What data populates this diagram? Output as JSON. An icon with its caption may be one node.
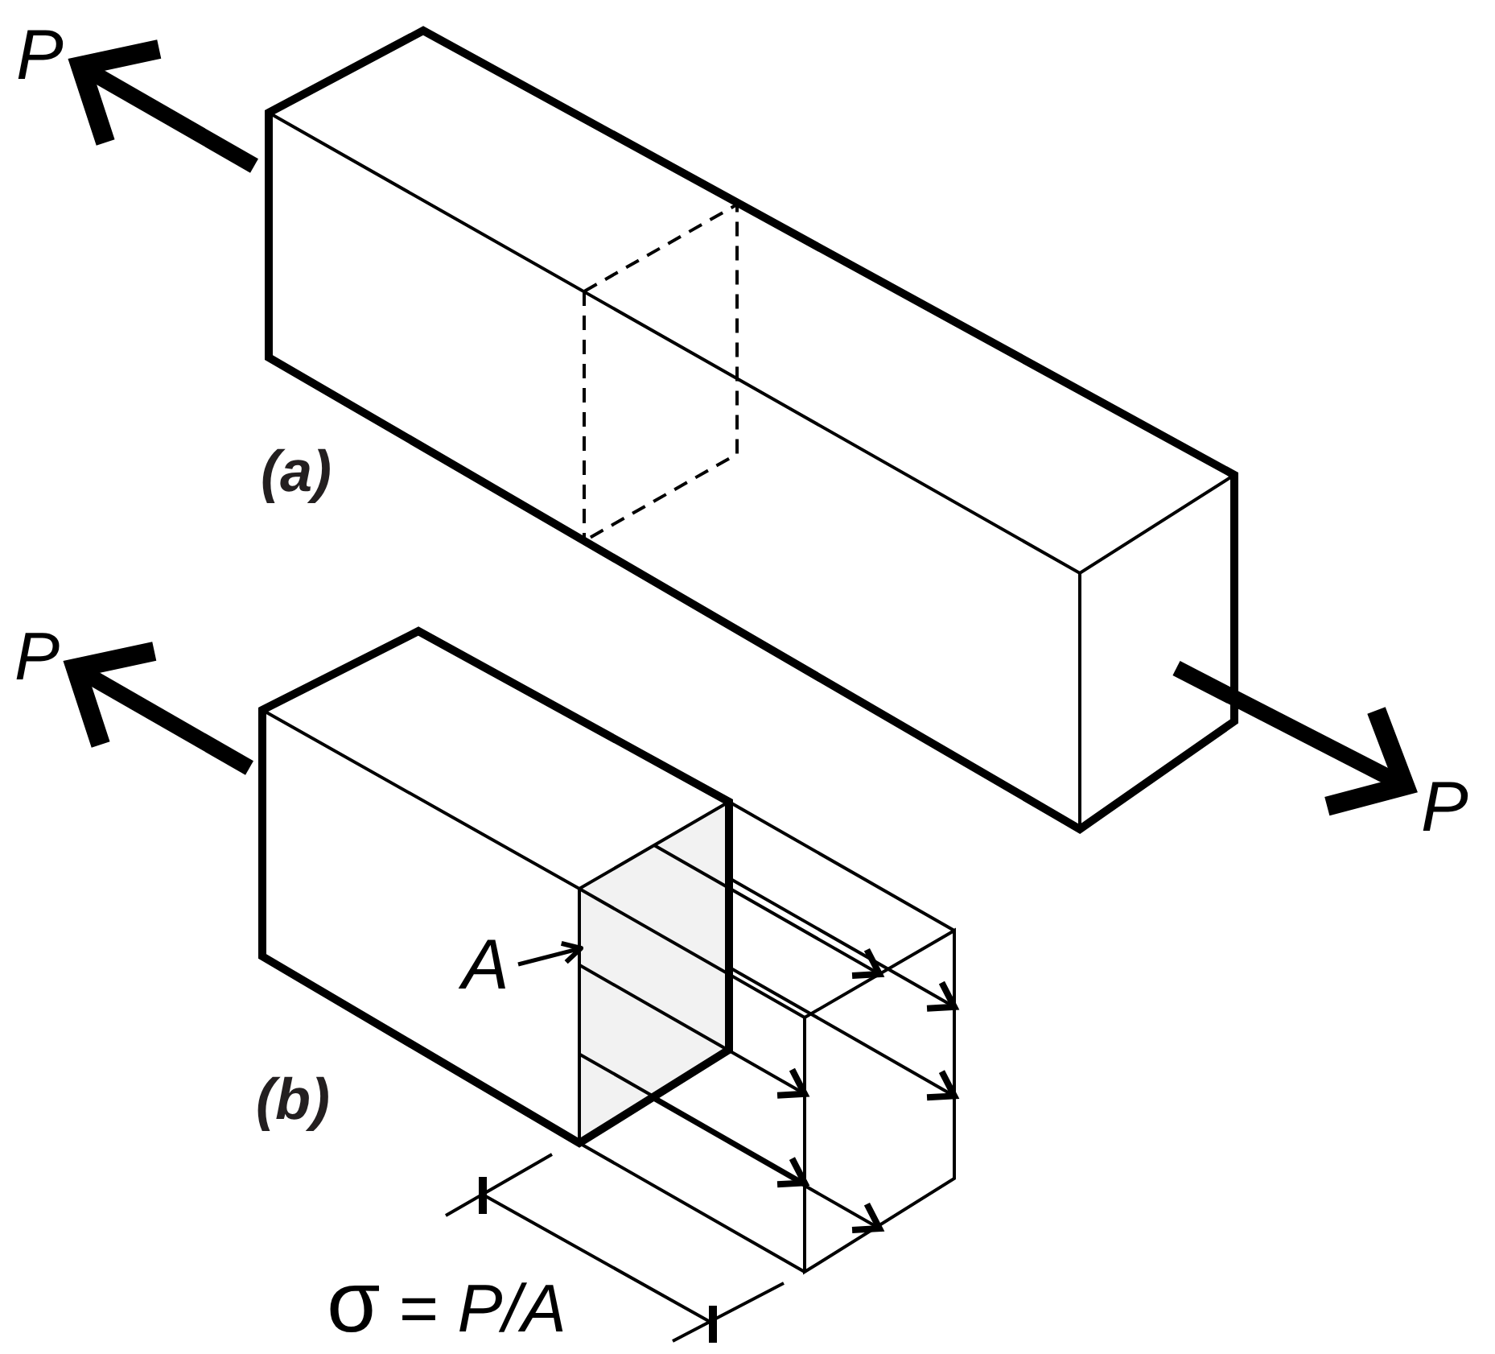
{
  "diagram": {
    "nodes": [
      {
        "text": [
          "A"
        ]
      },
      {
        "text": [],
        "shape": "parallelogram"
      }
    ],
    "edges": [
      {
        "from": 0,
        "to": 1,
        "arrow": "to"
      }
    ],
    "labels": [
      "P",
      "(a)",
      "P",
      "P",
      "(b)",
      "σ = *P/A*"
    ]
  }
}
